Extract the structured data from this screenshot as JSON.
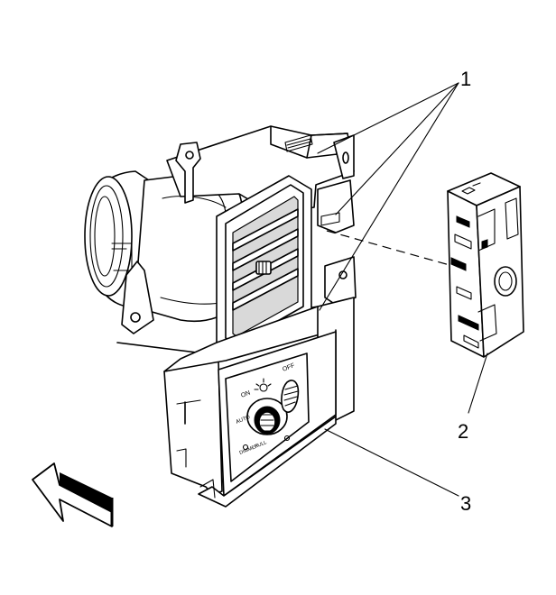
{
  "callouts": {
    "c1": "1",
    "c2": "2",
    "c3": "3"
  },
  "panel_labels": {
    "auto": "AUTO",
    "off": "OFF",
    "on": "ON",
    "pull": "PULL",
    "dimmer": "DIMMER"
  },
  "colors": {
    "line": "#000000",
    "background": "#ffffff",
    "shade": "#d9d9d9"
  },
  "icons": [
    "direction-arrow-icon",
    "headlamp-icon"
  ]
}
